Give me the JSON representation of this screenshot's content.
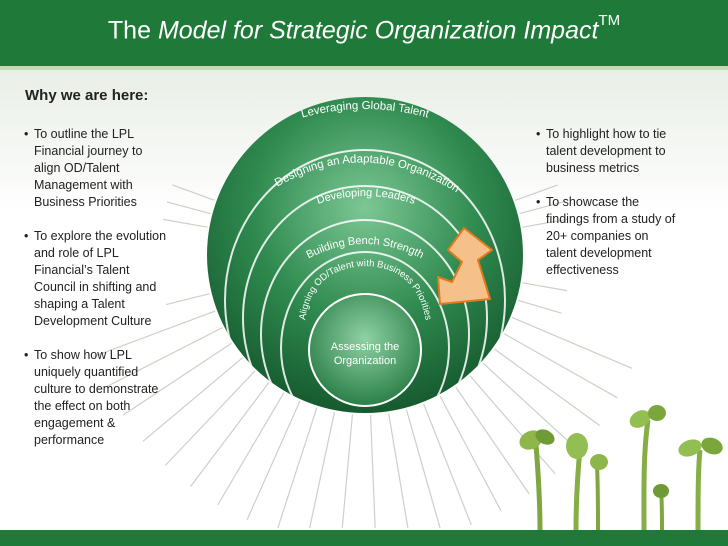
{
  "header": {
    "title_prefix": "The ",
    "title_italic": "Model for Strategic Organization Impact",
    "title_tm": "TM"
  },
  "section_heading": "Why we are here:",
  "left_bullets": [
    "To outline the LPL\nFinancial journey to\nalign OD/Talent\nManagement with\nBusiness Priorities",
    "To explore the evolution\nand role of LPL\nFinancial’s Talent\nCouncil in shifting and\nshaping a Talent\nDevelopment Culture",
    "To show how LPL\nuniquely quantified\nculture to demonstrate\nthe effect on both\nengagement &\nperformance"
  ],
  "right_bullets": [
    "To highlight how to tie\ntalent development to\nbusiness metrics",
    "To showcase the\nfindings from a study of\n20+ companies on\ntalent development\neffectiveness"
  ],
  "model_layers": [
    "Leveraging Global Talent",
    "Designing an Adaptable Organization",
    "Developing Leaders",
    "Building Bench Strength",
    "Aligning OD/Talent with Business Priorities"
  ],
  "core_label_line1": "Assessing the",
  "core_label_line2": "Organization",
  "bullet_symbol": "•",
  "colors": {
    "header_green": "#1f7a3a",
    "sphere_dark": "#1d6b3a",
    "sphere_light": "#6fbe8a",
    "arrow_fill": "#f6c08a",
    "arrow_stroke": "#e07a1f"
  }
}
